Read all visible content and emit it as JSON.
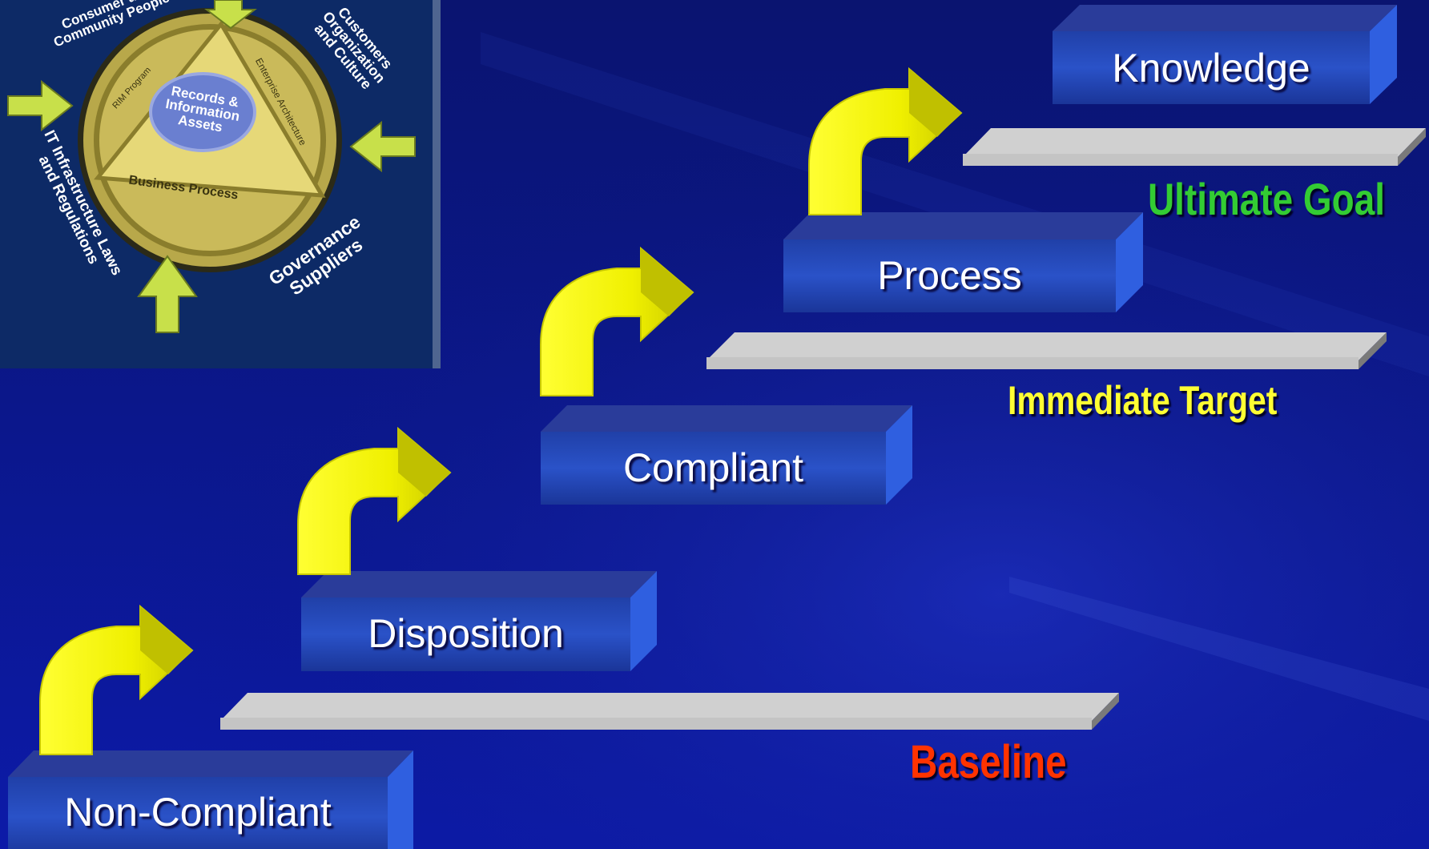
{
  "background": {
    "top": "#0a1470",
    "bottom": "#0c1aa8"
  },
  "stages": [
    {
      "label": "Non-Compliant"
    },
    {
      "label": "Disposition"
    },
    {
      "label": "Compliant"
    },
    {
      "label": "Process"
    },
    {
      "label": "Knowledge"
    }
  ],
  "levels": [
    {
      "label": "Baseline",
      "color": "#ff3300"
    },
    {
      "label": "Immediate Target",
      "color": "#ffff33"
    },
    {
      "label": "Ultimate Goal",
      "color": "#33cc33"
    }
  ],
  "inset": {
    "center": "Records & Information Assets",
    "triangle_sides": [
      "RIM Program",
      "Enterprise Architecture",
      "Business Process"
    ],
    "outer": {
      "top_left": "Consumer and Community People",
      "top_right": "Customers Organization and Culture",
      "left": "IT Infrastructure Laws and Regulations",
      "bottom_right": "Governance Suppliers"
    },
    "colors": {
      "panel": "#0d2a66",
      "ring": "#b8a84a",
      "triangle": "#e6d878",
      "core": "#6a7fd0",
      "arrow": "#c8e04a"
    }
  },
  "arrow_color": "#ffff00"
}
